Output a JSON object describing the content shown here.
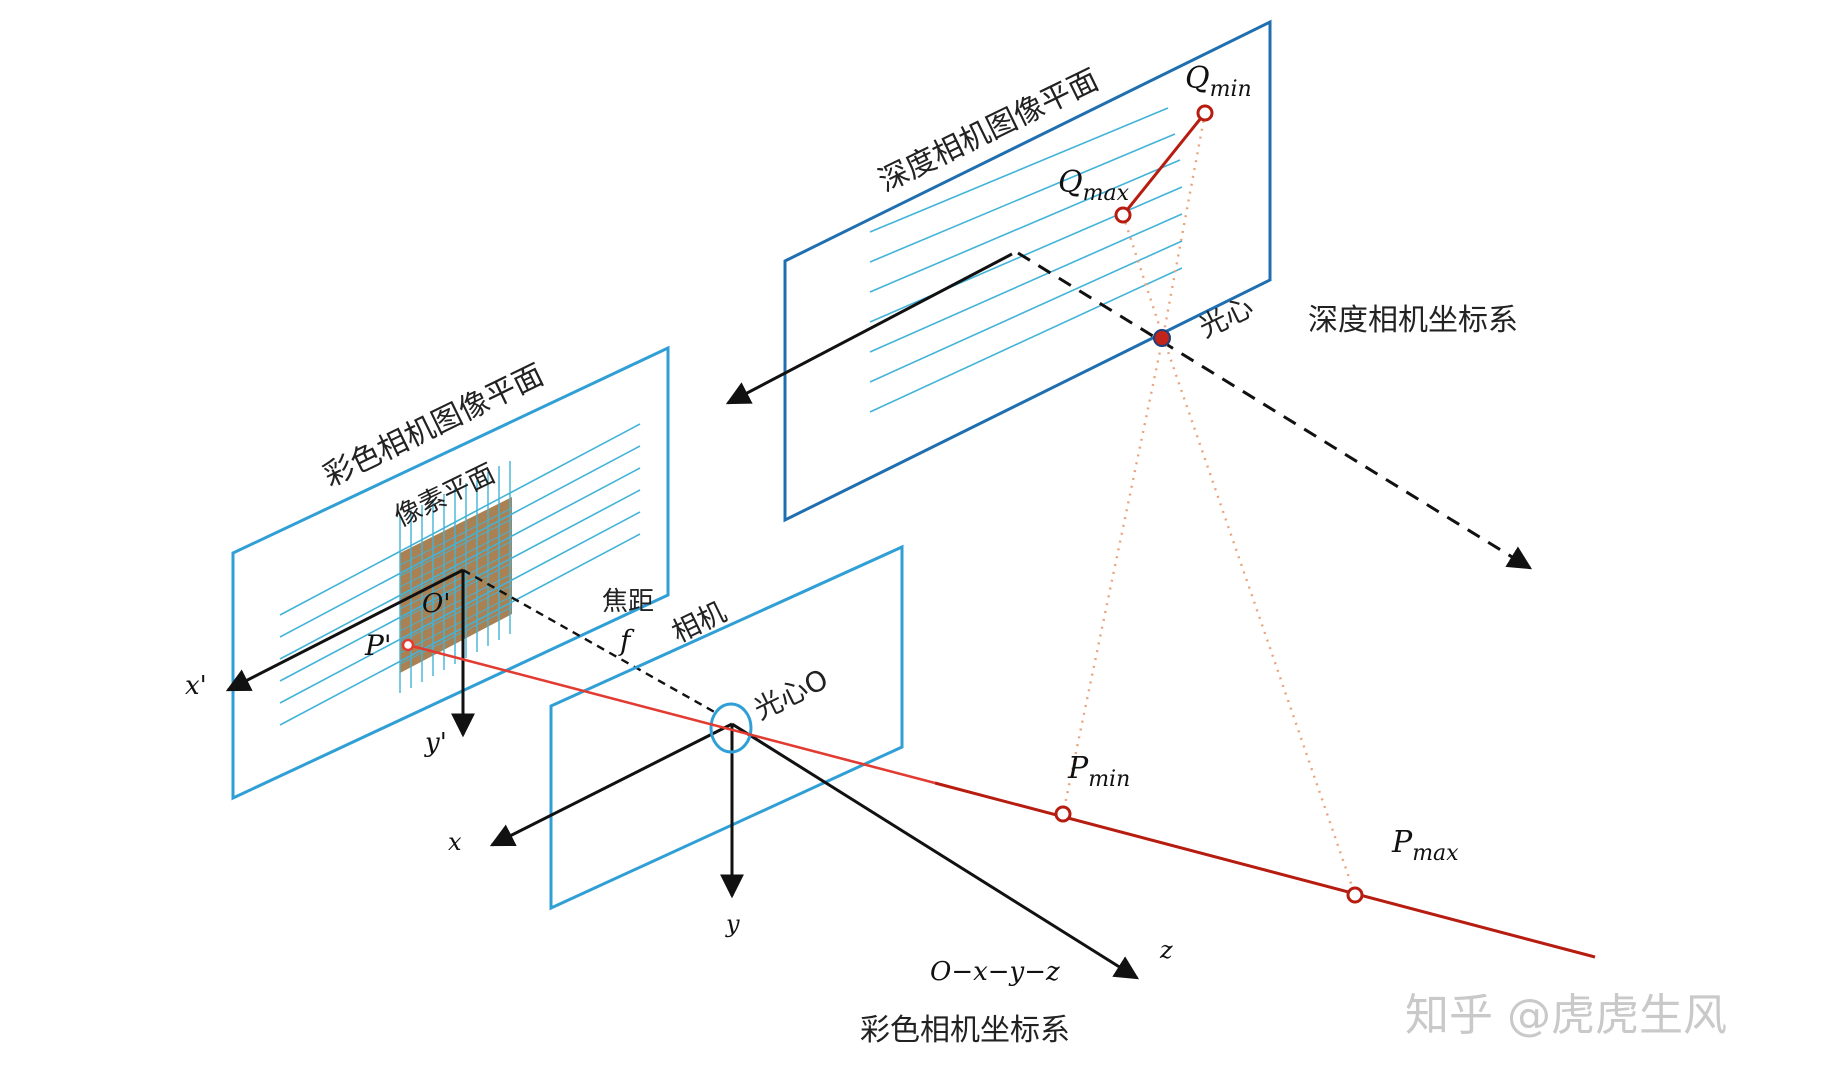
{
  "colors": {
    "plane_border": "#2f9fd6",
    "depth_plane_border": "#1f6fb0",
    "grid_line": "#43b3d8",
    "pixel_fill": "#9a6b35",
    "ray_red": "#b71c10",
    "ray_bright_red": "#e23b32",
    "dotted_orange": "#e8a47e",
    "axis_black": "#111111",
    "watermark": "#c9c9c9"
  },
  "labels": {
    "depth_plane_title": "深度相机图像平面",
    "depth_coord_system": "深度相机坐标系",
    "depth_optical_center": "光心",
    "color_plane_title": "彩色相机图像平面",
    "pixel_plane": "像素平面",
    "focal_length": "焦距",
    "focal_symbol": "f",
    "camera_plane": "相机",
    "color_optical_center": "光心O",
    "color_coord_system": "彩色相机坐标系",
    "coord_tuple": "O−x−y−z",
    "axis_x_prime": "x'",
    "axis_y_prime": "y'",
    "axis_x": "x",
    "axis_y": "y",
    "axis_z": "z",
    "origin_prime": "O'",
    "point_p_prime": "P'",
    "q_min": {
      "base": "Q",
      "sub": "min"
    },
    "q_max": {
      "base": "Q",
      "sub": "max"
    },
    "p_min": {
      "base": "P",
      "sub": "min"
    },
    "p_max": {
      "base": "P",
      "sub": "max"
    }
  },
  "watermark": "知乎 @虎虎生风"
}
